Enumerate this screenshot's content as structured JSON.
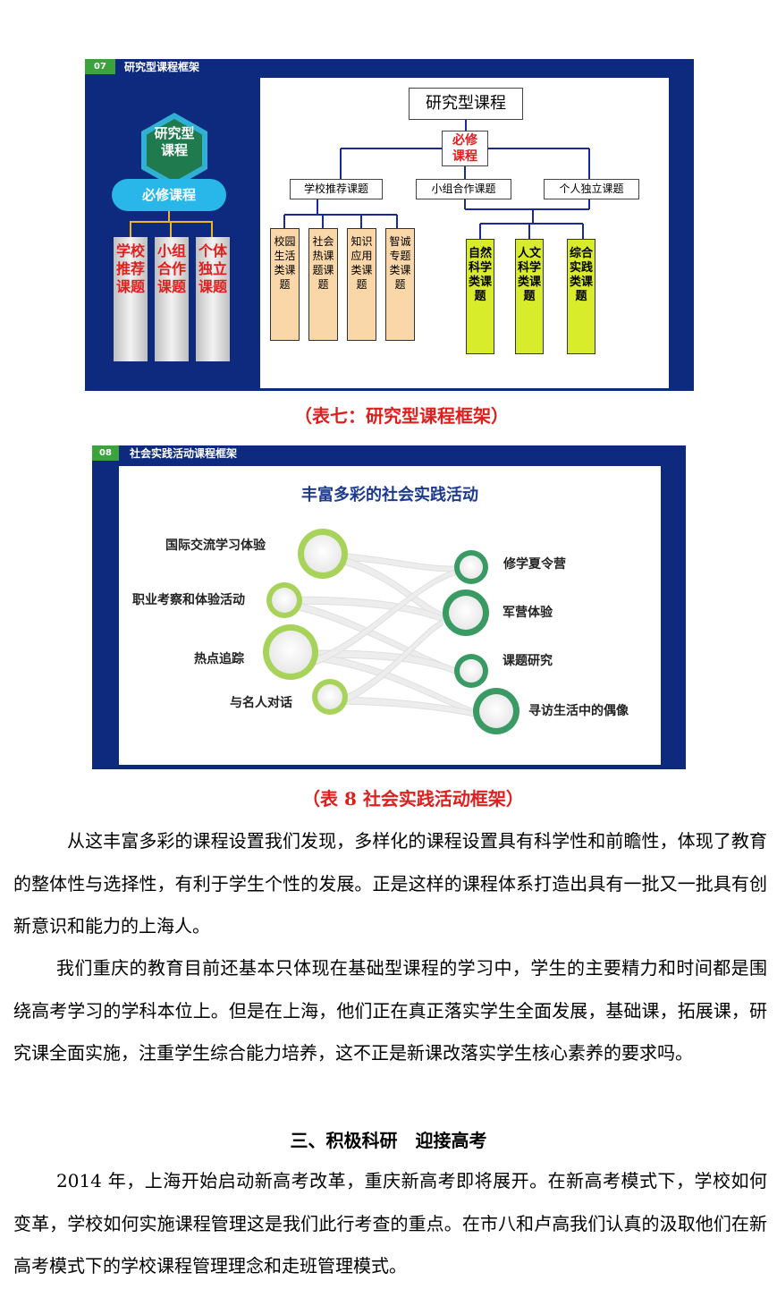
{
  "slide07": {
    "tag": "07",
    "title": "研究型课程框架",
    "hex_label": "研究型\n课程",
    "pill_label": "必修课程",
    "vertical_boxes": [
      "学校推荐课题",
      "小组合作课题",
      "个体独立课题"
    ],
    "chart": {
      "top": "研究型课程",
      "required": "必修\n课程",
      "categories": [
        "学校推荐课题",
        "小组合作课题",
        "个人独立课题"
      ],
      "school_items": [
        "校园生活类课题",
        "社会热课题课题",
        "知识应用类课题",
        "智诚专题类课题"
      ],
      "group_items": [
        "自然科学类课题",
        "人文科学类课题",
        "综合实践类课题"
      ]
    },
    "caption": "（表七：研究型课程框架）"
  },
  "slide08": {
    "tag": "08",
    "title": "社会实践活动课程框架",
    "heading": "丰富多彩的社会实践活动",
    "left_items": [
      "国际交流学习体验",
      "职业考察和体验活动",
      "热点追踪",
      "与名人对话"
    ],
    "right_items": [
      "修学夏令营",
      "军营体验",
      "课题研究",
      "寻访生活中的偶像"
    ],
    "caption": "（表 8 社会实践活动框架）"
  },
  "body": {
    "para1": "从这丰富多彩的课程设置我们发现，多样化的课程设置具有科学性和前瞻性，体现了教育的整体性与选择性，有利于学生个性的发展。正是这样的课程体系打造出具有一批又一批具有创新意识和能力的上海人。",
    "para2": "我们重庆的教育目前还基本只体现在基础型课程的学习中，学生的主要精力和时间都是围绕高考学习的学科本位上。但是在上海，他们正在真正落实学生全面发展，基础课，拓展课，研究课全面实施，注重学生综合能力培养，这不正是新课改落实学生核心素养的要求吗。",
    "section_title": "三、积极科研　迎接高考",
    "para3": "2014 年，上海开始启动新高考改革，重庆新高考即将展开。在新高考模式下，学校如何变革，学校如何实施课程管理这是我们此行考查的重点。在市八和卢高我们认真的汲取他们在新高考模式下的学校课程管理理念和走班管理模式。"
  }
}
